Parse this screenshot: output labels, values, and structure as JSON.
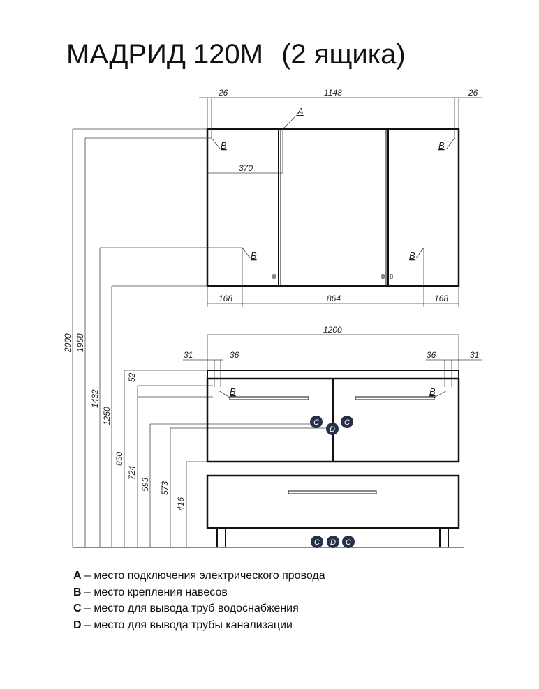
{
  "title": {
    "model": "МАДРИД 120М",
    "variant": "(2 ящика)"
  },
  "mirror_cabinet": {
    "top_dims": [
      "26",
      "1148",
      "26"
    ],
    "offset_dim": "370",
    "bottom_dims": [
      "168",
      "864",
      "168"
    ],
    "marker_a": "A",
    "marker_b": "B"
  },
  "vanity": {
    "width_dim": "1200",
    "side_dims": [
      "31",
      "36",
      "36",
      "31"
    ],
    "marker_b": "B",
    "marker_c": "C",
    "marker_d": "D",
    "circle_color": "#27324a"
  },
  "heights": [
    "2000",
    "1958",
    "1432",
    "1250",
    "850",
    "52",
    "724",
    "593",
    "573",
    "416"
  ],
  "legend": [
    {
      "key": "A",
      "text": " – место подключения электрического провода"
    },
    {
      "key": "B",
      "text": " – место крепления навесов"
    },
    {
      "key": "C",
      "text": " – место для вывода труб водоснабжения"
    },
    {
      "key": "D",
      "text": " – место для вывода трубы канализации"
    }
  ]
}
